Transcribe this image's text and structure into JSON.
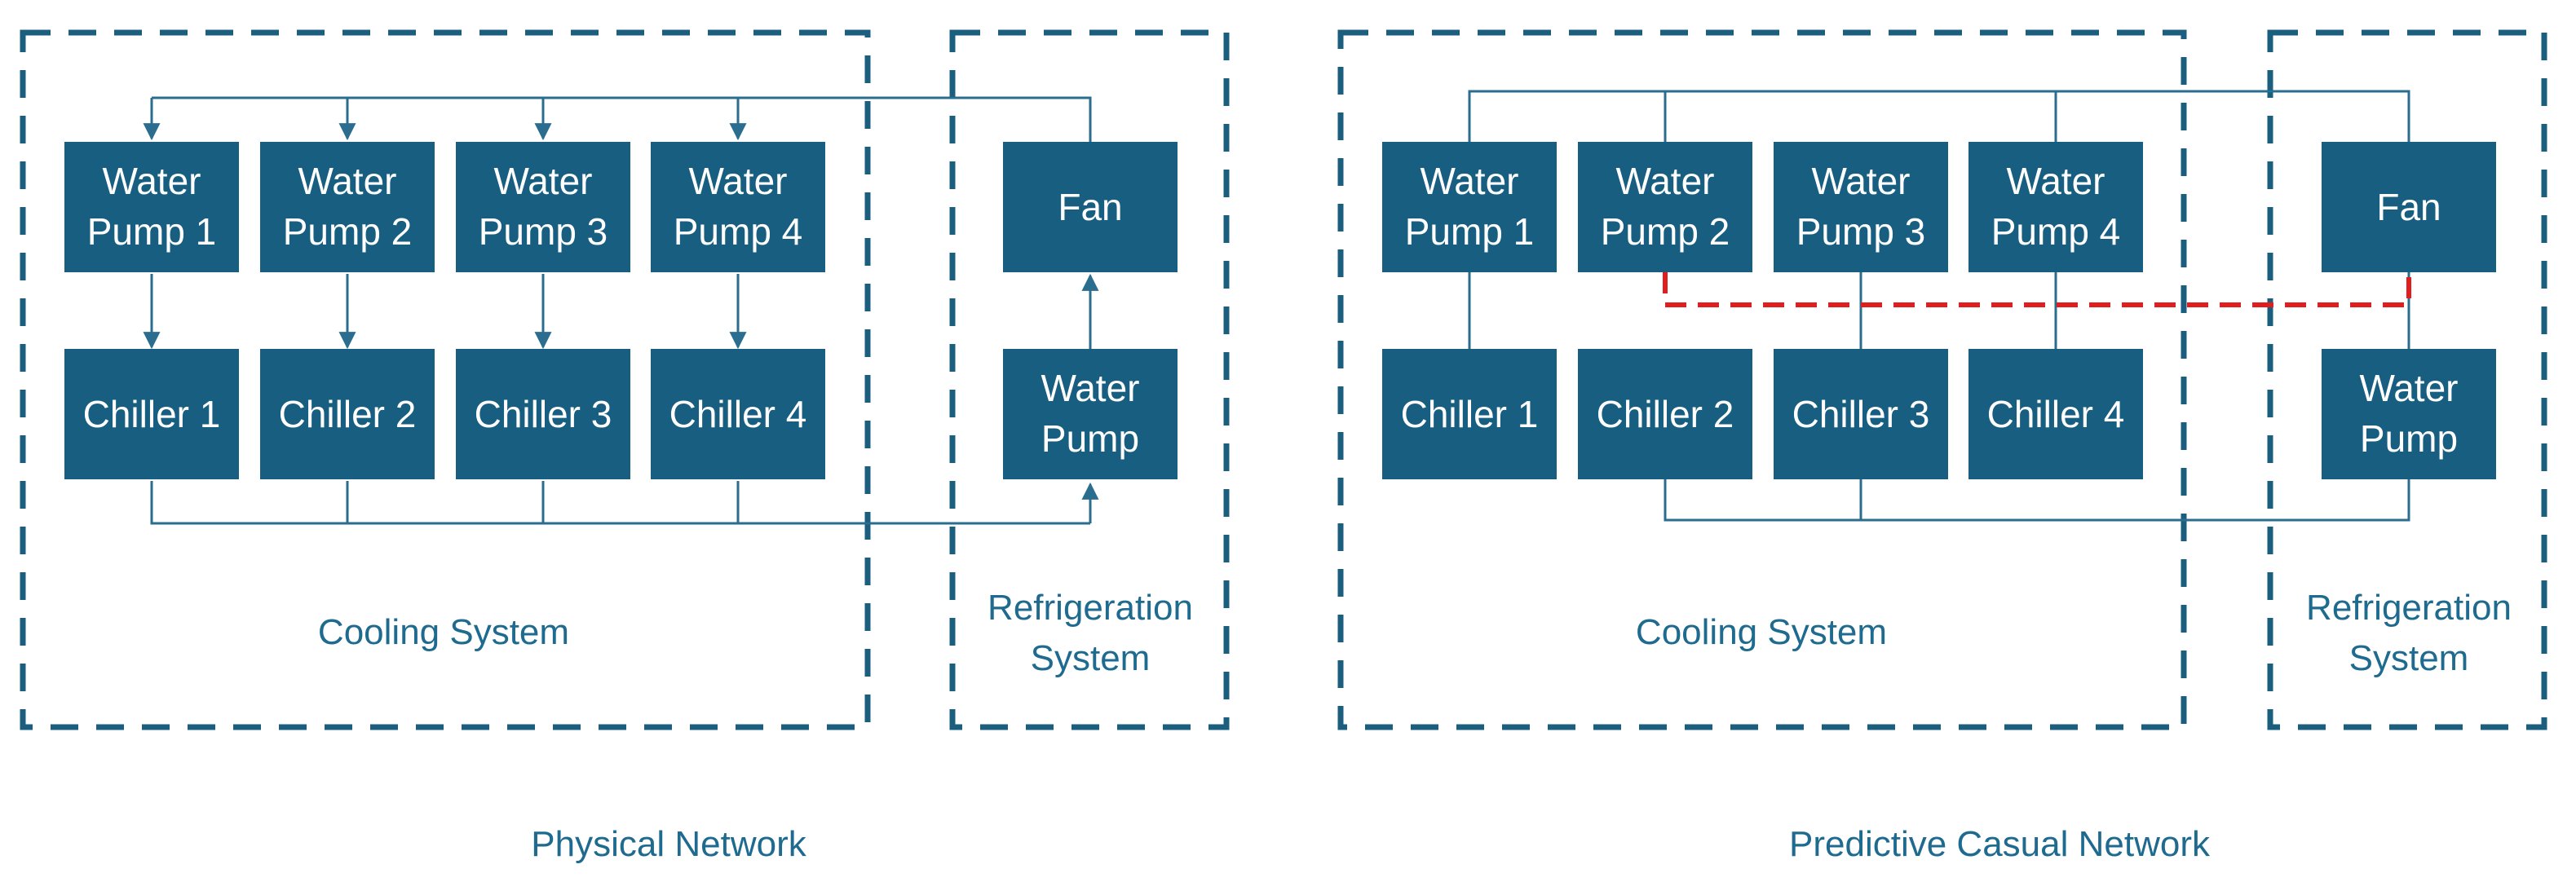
{
  "physical": {
    "caption": "Physical Network",
    "cooling_label": "Cooling System",
    "refrigeration_label": [
      "Refrigeration",
      "System"
    ],
    "pumps": [
      [
        "Water",
        "Pump 1"
      ],
      [
        "Water",
        "Pump 2"
      ],
      [
        "Water",
        "Pump 3"
      ],
      [
        "Water",
        "Pump 4"
      ]
    ],
    "chillers": [
      "Chiller 1",
      "Chiller 2",
      "Chiller 3",
      "Chiller 4"
    ],
    "fan": "Fan",
    "ref_pump": [
      "Water",
      "Pump"
    ]
  },
  "causal": {
    "caption": "Predictive Casual Network",
    "cooling_label": "Cooling System",
    "refrigeration_label": [
      "Refrigeration",
      "System"
    ],
    "pumps": [
      [
        "Water",
        "Pump 1"
      ],
      [
        "Water",
        "Pump 2"
      ],
      [
        "Water",
        "Pump 3"
      ],
      [
        "Water",
        "Pump 4"
      ]
    ],
    "chillers": [
      "Chiller 1",
      "Chiller 2",
      "Chiller 3",
      "Chiller 4"
    ],
    "fan": "Fan",
    "ref_pump": [
      "Water",
      "Pump"
    ]
  },
  "colors": {
    "box_fill": "#175e80",
    "dashed_border": "#1b5e7e",
    "text_label": "#1f6a8f",
    "causal_highlight": "#e01e1e"
  }
}
